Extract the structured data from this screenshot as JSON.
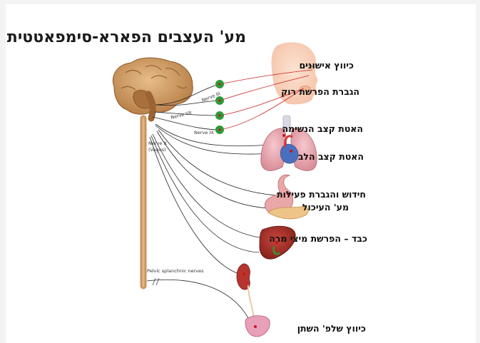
{
  "title": "מע' העצבים הפארא-סימפאטטית",
  "nerve_labels": {
    "nerve_iii": "Nerve III",
    "nerve_vii": "Nerve VII",
    "nerve_ix": "Nerve IX",
    "nerve_x": "Nerve X",
    "vagus": "(Vagus)",
    "pelvic": "Pelvic splanchnic nerves"
  },
  "effects": {
    "pupil": "כיווץ אישונים",
    "saliva": "הגברת הפרשת רוק",
    "breathing": "האטת קצב הנשימה",
    "heart": "האטת קצב הלב",
    "digestion_line1": "חידוש והגברת פעילות",
    "digestion_line2": "מע' העיכול",
    "liver": "כבד – הפרשת מיצי מרה",
    "bladder": "כיווץ שלפ' השתן"
  },
  "colors": {
    "preganglionic": "#222222",
    "postganglionic": "#cc2222",
    "ganglion": "#2e9a3a",
    "spinal_cord": "#c9945f"
  }
}
